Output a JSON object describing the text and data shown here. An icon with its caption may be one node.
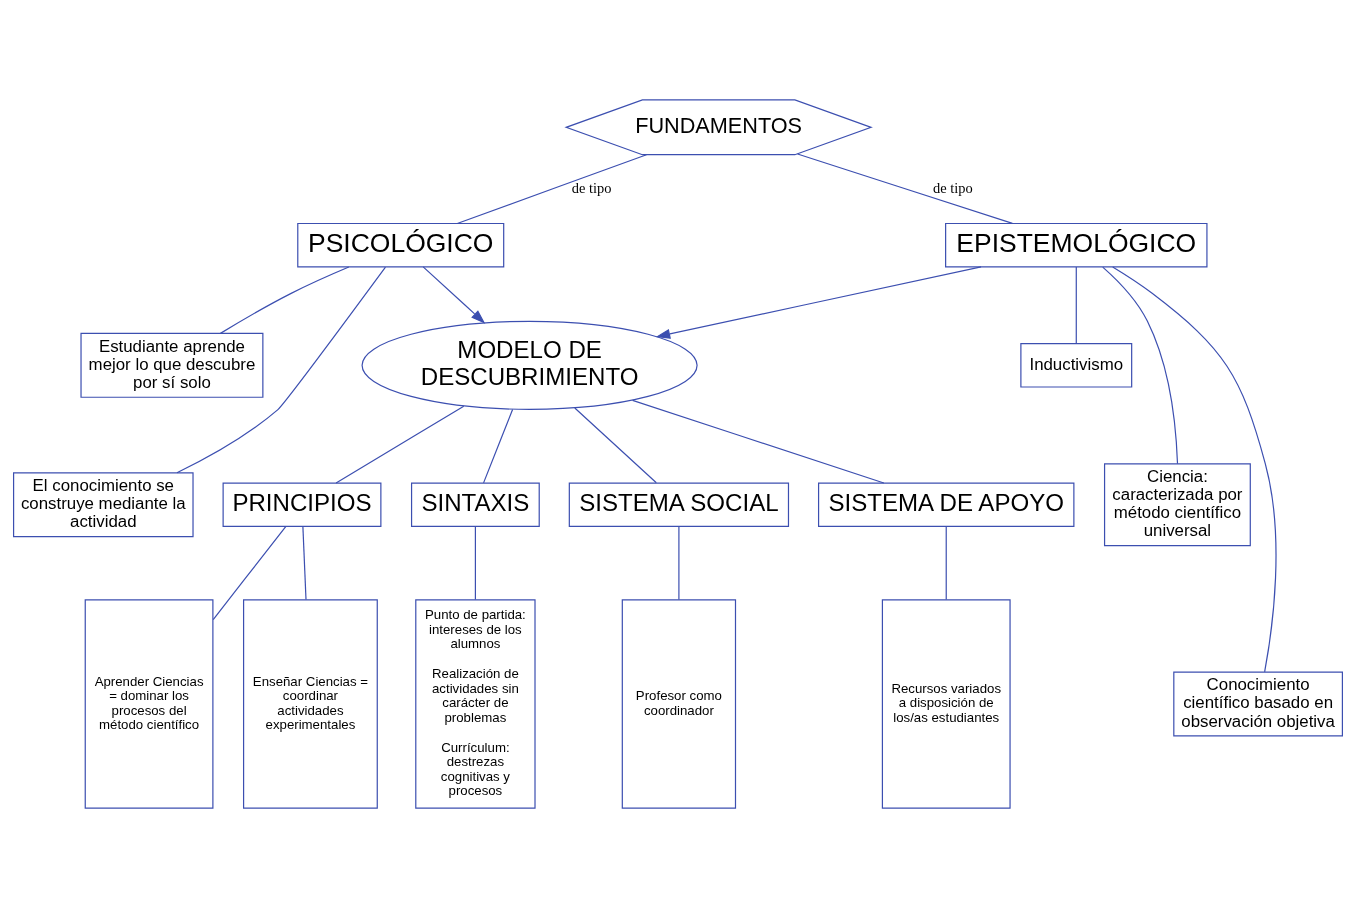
{
  "diagram": {
    "nodes": [
      {
        "text": [
          "FUNDAMENTOS"
        ]
      },
      {
        "text": [
          "PSICOLÓGICO"
        ]
      },
      {
        "text": [
          "EPISTEMOLÓGICO"
        ]
      },
      {
        "text": [
          "Estudiante aprende mejor lo que descubre por sí solo"
        ]
      },
      {
        "text": [
          "El conocimiento se construye mediante la actividad"
        ]
      },
      {
        "text": [
          "Inductivismo"
        ]
      },
      {
        "text": [
          "Ciencia: caracterizada por método científico universal"
        ]
      },
      {
        "text": [
          "Conocimiento científico basado en observación objetiva"
        ]
      },
      {
        "text": [
          "MODELO DE DESCUBRIMIENTO"
        ]
      },
      {
        "text": [
          "PRINCIPIOS"
        ]
      },
      {
        "text": [
          "SINTAXIS"
        ]
      },
      {
        "text": [
          "SISTEMA SOCIAL"
        ]
      },
      {
        "text": [
          "SISTEMA DE APOYO"
        ]
      },
      {
        "text": [
          "Aprender Ciencias = dominar los procesos del método científico"
        ]
      },
      {
        "text": [
          "Enseñar Ciencias = coordinar actividades experimentales"
        ]
      },
      {
        "text": [
          "Punto de partida: intereses de los alumnos",
          "Realización de actividades sin carácter de problemas",
          "Currículum: destrezas cognitivas y procesos"
        ]
      },
      {
        "text": [
          "Profesor como coordinador"
        ]
      },
      {
        "text": [
          "Recursos variados a disposición de los/as estudiantes"
        ]
      }
    ],
    "edges": [
      {
        "from": 0,
        "to": 1,
        "arrow": "none",
        "label": "de tipo"
      },
      {
        "from": 0,
        "to": 2,
        "arrow": "none",
        "label": "de tipo"
      },
      {
        "from": 1,
        "to": 3,
        "arrow": "none"
      },
      {
        "from": 1,
        "to": 4,
        "arrow": "none"
      },
      {
        "from": 2,
        "to": 5,
        "arrow": "none"
      },
      {
        "from": 2,
        "to": 6,
        "arrow": "none"
      },
      {
        "from": 2,
        "to": 7,
        "arrow": "none"
      },
      {
        "from": 1,
        "to": 8,
        "arrow": "to"
      },
      {
        "from": 2,
        "to": 8,
        "arrow": "to"
      },
      {
        "from": 8,
        "to": 9,
        "arrow": "none"
      },
      {
        "from": 8,
        "to": 10,
        "arrow": "none"
      },
      {
        "from": 8,
        "to": 11,
        "arrow": "none"
      },
      {
        "from": 8,
        "to": 12,
        "arrow": "none"
      },
      {
        "from": 9,
        "to": 13,
        "arrow": "none"
      },
      {
        "from": 9,
        "to": 14,
        "arrow": "none"
      },
      {
        "from": 10,
        "to": 15,
        "arrow": "none"
      },
      {
        "from": 11,
        "to": 16,
        "arrow": "none"
      },
      {
        "from": 12,
        "to": 17,
        "arrow": "none"
      }
    ]
  }
}
